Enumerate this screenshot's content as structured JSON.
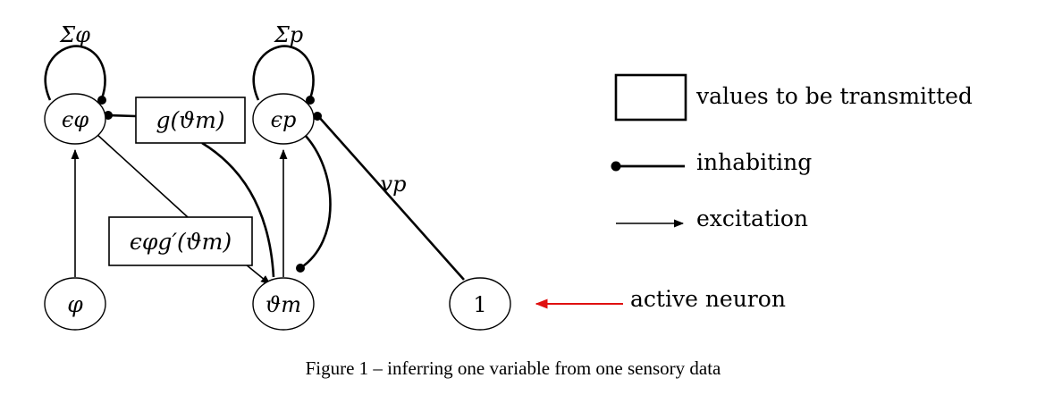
{
  "nodes": {
    "eps_phi": "ϵφ",
    "eps_p": "ϵp",
    "phi": "φ",
    "theta_m": "ϑm",
    "one": "1"
  },
  "boxes": {
    "g": "g(ϑm)",
    "eg": "ϵφg′(ϑm)"
  },
  "labels": {
    "sigma_phi": "Σφ",
    "sigma_p": "Σp",
    "v_p": "vp"
  },
  "legend": {
    "values": "values to be transmitted",
    "inhibit": "inhabiting",
    "excite": "excitation",
    "active": "active neuron"
  },
  "colors": {
    "active_arrow": "#e01010"
  },
  "caption": "Figure 1 – inferring one variable from one sensory data"
}
